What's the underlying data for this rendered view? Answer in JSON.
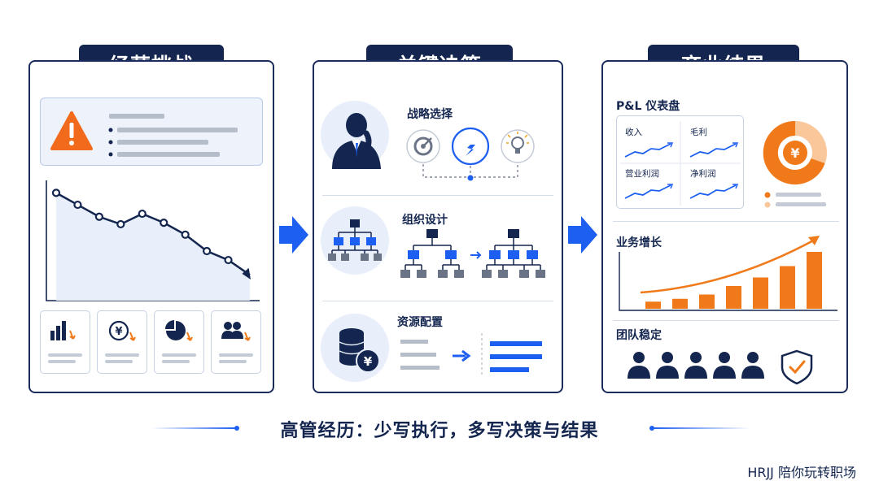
{
  "panels": {
    "challenge": {
      "title": "经营挑战"
    },
    "decision": {
      "title": "关键决策",
      "sections": [
        "战略选择",
        "组织设计",
        "资源配置"
      ]
    },
    "result": {
      "title": "商业结果",
      "pl_title": "P&L 仪表盘",
      "metrics": [
        "收入",
        "毛利",
        "营业利润",
        "净利润"
      ],
      "growth_title": "业务增长",
      "team_title": "团队稳定"
    }
  },
  "chart_data": [
    {
      "type": "line",
      "series": [
        {
          "values": [
            100,
            92,
            84,
            79,
            86,
            80,
            72,
            61,
            55,
            45
          ]
        }
      ]
    },
    {
      "type": "bar",
      "series": [
        {
          "values": [
            10,
            14,
            20,
            32,
            44,
            60,
            80
          ]
        }
      ]
    }
  ],
  "colors": {
    "navy": "#14264f",
    "blue": "#1d5ff0",
    "orange": "#f07a1a"
  },
  "footer": {
    "headline": "高管经历：少写执行，多写决策与结果",
    "brand": "HRJJ 陪你玩转职场"
  }
}
